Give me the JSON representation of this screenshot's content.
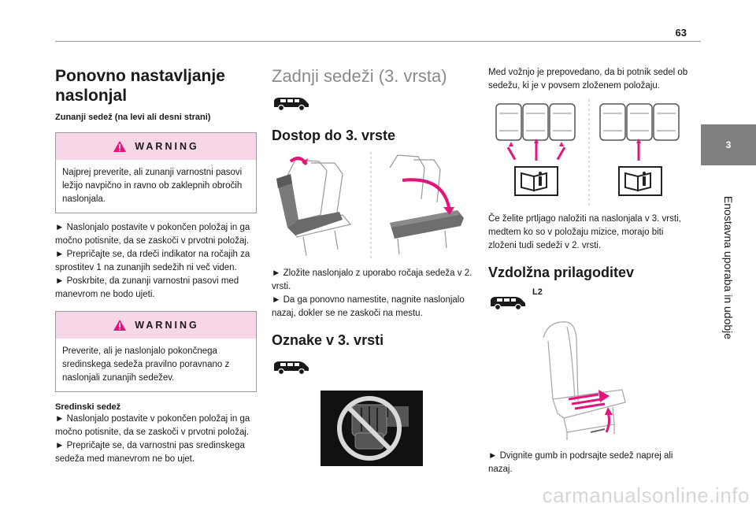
{
  "page": {
    "number": "63",
    "chapter_number": "3",
    "chapter_title": "Enostavna uporaba in udobje"
  },
  "col1": {
    "title": "Ponovno nastavljanje naslonjal",
    "subtitle": "Zunanji sedež (na levi ali desni strani)",
    "warning1": {
      "label": "WARNING",
      "text": "Najprej preverite, ali zunanji varnostni pasovi ležijo navpično in ravno ob zaklepnih obročih naslonjala."
    },
    "steps1": [
      "► Naslonjalo postavite v pokončen položaj in ga močno potisnite, da se zaskoči v prvotni položaj.",
      "► Prepričajte se, da rdeči indikator na ročajih za sprostitev 1 na zunanjih sedežih ni več viden.",
      "► Poskrbite, da zunanji varnostni pasovi med manevrom ne bodo ujeti."
    ],
    "warning2": {
      "label": "WARNING",
      "text": "Preverite, ali je naslonjalo pokončnega sredinskega sedeža pravilno poravnano z naslonjali zunanjih sedežev."
    },
    "subtitle2": "Sredinski sedež",
    "steps2": [
      "► Naslonjalo postavite v pokončen položaj in ga močno potisnite, da se zaskoči v prvotni položaj.",
      "► Prepričajte se, da varnostni pas sredinskega sedeža med manevrom ne bo ujet."
    ]
  },
  "col2": {
    "title": "Zadnji sedeži (3. vrsta)",
    "section1": "Dostop do 3. vrste",
    "steps1": [
      "► Zložite naslonjalo z uporabo ročaja sedeža v 2. vrsti.",
      "► Da ga ponovno namestite, nagnite naslonjalo nazaj, dokler se ne zaskoči na mestu."
    ],
    "section2": "Oznake v 3. vrsti"
  },
  "col3": {
    "intro": "Med vožnjo je prepovedano, da bi potnik sedel ob sedežu, ki je v povsem zloženem položaju.",
    "para2": "Če želite prtljago naložiti na naslonjala v 3. vrsti, medtem ko so v položaju mizice, morajo biti zloženi tudi sedeži v 2. vrsti.",
    "section": "Vzdolžna prilagoditev",
    "van_label": "L2",
    "step": "► Dvignite gumb in podrsajte sedež naprej ali nazaj."
  },
  "watermark": "carmanualsonline.info",
  "colors": {
    "accent_pink": "#e4147a",
    "warning_bg": "#f6d6e7",
    "tab_gray": "#7f7f7f"
  }
}
